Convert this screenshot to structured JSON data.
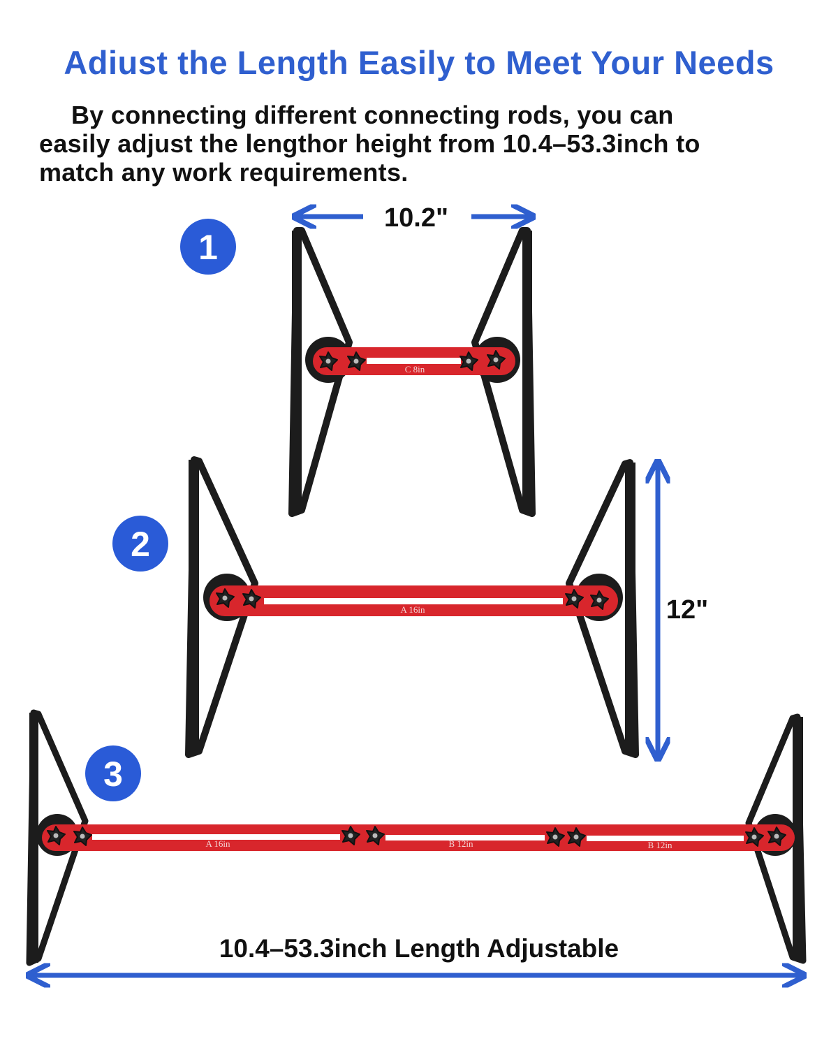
{
  "header": {
    "title": "Adiust the Length Easily to Meet Your Needs",
    "description_lines": [
      "By connecting different connecting rods, you can",
      "easily adjust the lengthor height from 10.4–53.3inch to",
      "match any work requirements."
    ]
  },
  "configs": [
    {
      "step": "1",
      "width_label": "10.2\"",
      "rods": [
        "C 8in"
      ]
    },
    {
      "step": "2",
      "height_label": "12\"",
      "rods": [
        "A 16in"
      ]
    },
    {
      "step": "3",
      "rods": [
        "A 16in",
        "B 12in",
        "B 12in"
      ]
    }
  ],
  "footer": {
    "length_label": "10.4–53.3inch Length Adjustable"
  },
  "colors": {
    "accent_blue": "#2f5fcf",
    "rod_red": "#d8262c",
    "tool_black": "#1c1c1c"
  }
}
